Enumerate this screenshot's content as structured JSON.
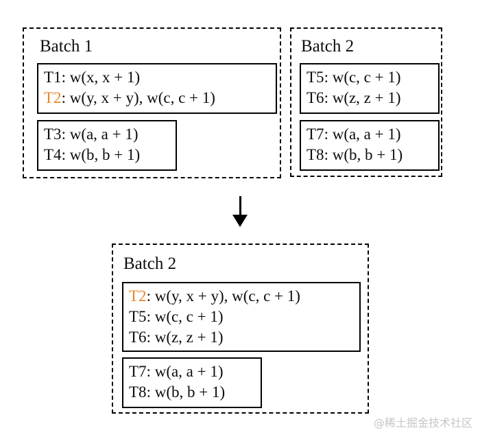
{
  "colors": {
    "accent_orange": "#E8862B",
    "text": "#0d0d0d",
    "border": "#000000",
    "watermark_gray": "#c6c6c6"
  },
  "diagram": {
    "batch1": {
      "title": "Batch 1",
      "group1": {
        "rows": [
          {
            "id": "T1",
            "rest": ": w(x, x + 1)",
            "highlight": false
          },
          {
            "id": "T2",
            "rest": ": w(y, x + y), w(c, c + 1)",
            "highlight": true
          }
        ]
      },
      "group2": {
        "rows": [
          {
            "id": "T3",
            "rest": ": w(a, a + 1)",
            "highlight": false
          },
          {
            "id": "T4",
            "rest": ": w(b, b + 1)",
            "highlight": false
          }
        ]
      }
    },
    "batch2": {
      "title": "Batch 2",
      "group1": {
        "rows": [
          {
            "id": "T5",
            "rest": ": w(c, c + 1)",
            "highlight": false
          },
          {
            "id": "T6",
            "rest": ": w(z, z + 1)",
            "highlight": false
          }
        ]
      },
      "group2": {
        "rows": [
          {
            "id": "T7",
            "rest": ": w(a, a + 1)",
            "highlight": false
          },
          {
            "id": "T8",
            "rest": ": w(b, b + 1)",
            "highlight": false
          }
        ]
      }
    },
    "arrow": {
      "direction": "down"
    },
    "merged": {
      "title": "Batch 2",
      "group1": {
        "rows": [
          {
            "id": "T2",
            "rest": ": w(y, x + y), w(c, c + 1)",
            "highlight": true
          },
          {
            "id": "T5",
            "rest": ": w(c, c + 1)",
            "highlight": false
          },
          {
            "id": "T6",
            "rest": ": w(z, z + 1)",
            "highlight": false
          }
        ]
      },
      "group2": {
        "rows": [
          {
            "id": "T7",
            "rest": ": w(a, a + 1)",
            "highlight": false
          },
          {
            "id": "T8",
            "rest": ": w(b, b + 1)",
            "highlight": false
          }
        ]
      }
    },
    "watermark": "@稀土掘金技术社区"
  }
}
